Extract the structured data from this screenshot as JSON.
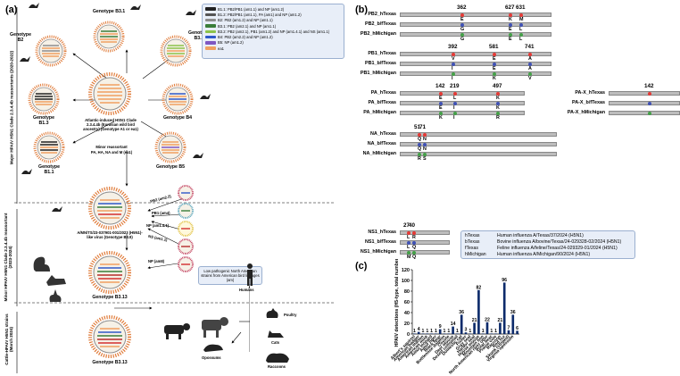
{
  "panels": {
    "a": "(a)",
    "b": "(b)",
    "c": "(c)"
  },
  "panel_a": {
    "period_labels": [
      "Major HPAIV H5N1 Clade 2.3.4.4b reassortants (2020-2022)",
      "Minor HPAIV H5N1 Clade 2.3.4.4b reassortant (2023-2024)",
      "Cattle-HPAIV H5N1 strains (March 2024)"
    ],
    "center_virus": "Atlantic-induced HSN1 Clade 2.3.4.4b (Eurasian wild bird ancestry) (Genotype A1 or ea1)",
    "genotypes": [
      "Genotype B2",
      "Genotype B3.1",
      "Genotype B3.2",
      "Genotype B1.3",
      "Genotype B4",
      "Genotype B1.1",
      "Genotype B5"
    ],
    "minor_reassortant": "Minor reassortant",
    "minor_segments": "PA, HA, NA and M (ea1)",
    "mid_virus": "A/MN/TS/23-037901-001/2023 (H5N1)-like virus (Genotype B3.9)",
    "arrows": [
      "PB2 (am2.2)",
      "PB1 (am4)",
      "NP (am1.4.1)",
      "NS (am1.1)",
      "NP (am8)"
    ],
    "low_path_note": "Low pathogenic North American strains from American bird lineages (am)",
    "b313_top": "Genotype B3.13",
    "b313_bottom": "Genotype B3.13",
    "hosts": [
      "Humans",
      "Poultry",
      "Cats",
      "Opossums",
      "Raccoons"
    ],
    "legend": [
      {
        "label": "B1.1: PB2/PB1 (am1.1) and NP (am1.2)",
        "color": "#222222"
      },
      {
        "label": "B1.2: PB2/PB1 (am1.1), PA (am1) and NP (am1.2)",
        "color": "#555555"
      },
      {
        "label": "B2: PB2 (am1.2) and NP (am1.1)",
        "color": "#8e8e8e"
      },
      {
        "label": "B3.1: PB2 (am2.1) and NP (am1.1)",
        "color": "#3a7d3a"
      },
      {
        "label": "B3.2: PB2 (am2.1), PB1 (am1.2) and NP (am1.4.1) and NS (am1.1)",
        "color": "#8bc34a"
      },
      {
        "label": "B4: PB2 (am2.2) and NP (am1.2)",
        "color": "#2e58c9"
      },
      {
        "label": "B5: NP (am1.2)",
        "color": "#7e57c2"
      },
      {
        "label": "ea1",
        "color": "#f0a060"
      }
    ]
  },
  "panel_b": {
    "pb2": {
      "positions": [
        "362",
        "627",
        "631"
      ],
      "rows": [
        {
          "name": "PB2_hTexas",
          "aa": [
            "E",
            "K",
            "M"
          ]
        },
        {
          "name": "PB2_b/fTexas",
          "aa": [
            "G",
            "E",
            "L"
          ]
        },
        {
          "name": "PB2_hMichigan",
          "aa": [
            "G",
            "E",
            "L"
          ]
        }
      ]
    },
    "pb1": {
      "positions": [
        "392",
        "581",
        "741"
      ],
      "rows": [
        {
          "name": "PB1_hTexas",
          "aa": [
            "V",
            "E",
            "A"
          ]
        },
        {
          "name": "PB1_b/fTexas",
          "aa": [
            "I",
            "E",
            "A"
          ]
        },
        {
          "name": "PB1_hMichigan",
          "aa": [
            "I",
            "K",
            "V"
          ]
        }
      ]
    },
    "pa": {
      "positions": [
        "142",
        "219",
        "497"
      ],
      "rows": [
        {
          "name": "PA_hTexas",
          "aa": [
            "E",
            "L",
            "K"
          ]
        },
        {
          "name": "PA_b/fTexas",
          "aa": [
            "E",
            "I",
            "K"
          ]
        },
        {
          "name": "PA_hMichigan",
          "aa": [
            "K",
            "I",
            "R"
          ]
        }
      ]
    },
    "pax": {
      "positions": [
        "142"
      ],
      "rows": [
        {
          "name": "PA-X_hTexas",
          "aa": [
            ""
          ]
        },
        {
          "name": "PA-X_b/fTexas",
          "aa": [
            ""
          ]
        },
        {
          "name": "PA-X_hMichigan",
          "aa": [
            ""
          ]
        }
      ]
    },
    "na": {
      "positions": [
        "51",
        "71"
      ],
      "rows": [
        {
          "name": "NA_hTexas",
          "aa": [
            "Q",
            "N"
          ]
        },
        {
          "name": "NA_b/fTexas",
          "aa": [
            "Q",
            "N"
          ]
        },
        {
          "name": "NA_hMichigan",
          "aa": [
            "R",
            "S"
          ]
        }
      ]
    },
    "ns1": {
      "positions": [
        "27",
        "40"
      ],
      "rows": [
        {
          "name": "NS1_hTexas",
          "aa": [
            "L",
            "R"
          ]
        },
        {
          "name": "NS1_b/fTexas",
          "aa": [
            "L",
            "Q"
          ]
        },
        {
          "name": "NS1_hMichigan",
          "aa": [
            "M",
            "Q"
          ]
        }
      ]
    },
    "strains": [
      {
        "abbr": "hTexas",
        "name": "Human influenza A/Texas/37/2024 (H5N1)"
      },
      {
        "abbr": "bTexas",
        "name": "Bovine influenza A/bovine/Texas/24-029328-02/2024 (H5N1)"
      },
      {
        "abbr": "fTexas",
        "name": "Feline influenza A/feline/Texas/24-029329-01/2024 (H5N1)"
      },
      {
        "abbr": "hMichigan",
        "name": "Human influenza A/Michigan/90/2024 (H5N1)"
      }
    ]
  },
  "chart_data": {
    "type": "bar",
    "ylabel": "HPAIV detections (H5-type, total number)",
    "ylim": [
      0,
      120
    ],
    "yticks": [
      0,
      20,
      40,
      60,
      80,
      100,
      120
    ],
    "categories": [
      "Albert's squirrel",
      "American badger",
      "American marten",
      "American mink",
      "Amur leopard",
      "Amur tiger",
      "Black bear",
      "Bottlenose dolphin",
      "Coyote",
      "Deer mouse",
      "Desert cottontail",
      "Domestic cat",
      "Fisher",
      "Gray seal",
      "Harbor seal",
      "House mouse",
      "Mountain lion",
      "North American river otter",
      "Polar bear",
      "Prairie vole",
      "Raccoon",
      "Red fox",
      "Skunk (striped)",
      "Virginia opossum"
    ],
    "values": [
      1,
      4,
      1,
      1,
      1,
      1,
      9,
      1,
      1,
      14,
      1,
      36,
      3,
      1,
      21,
      82,
      1,
      22,
      1,
      1,
      21,
      96,
      7,
      36,
      6
    ],
    "labels": [
      "1",
      "4",
      "1",
      "1",
      "1",
      "1",
      "9",
      "1",
      "1",
      "14",
      "1",
      "36",
      "3",
      "1",
      "21",
      "82",
      "1",
      "22",
      "1",
      "1",
      "21",
      "96",
      "7",
      "36",
      "6"
    ]
  }
}
